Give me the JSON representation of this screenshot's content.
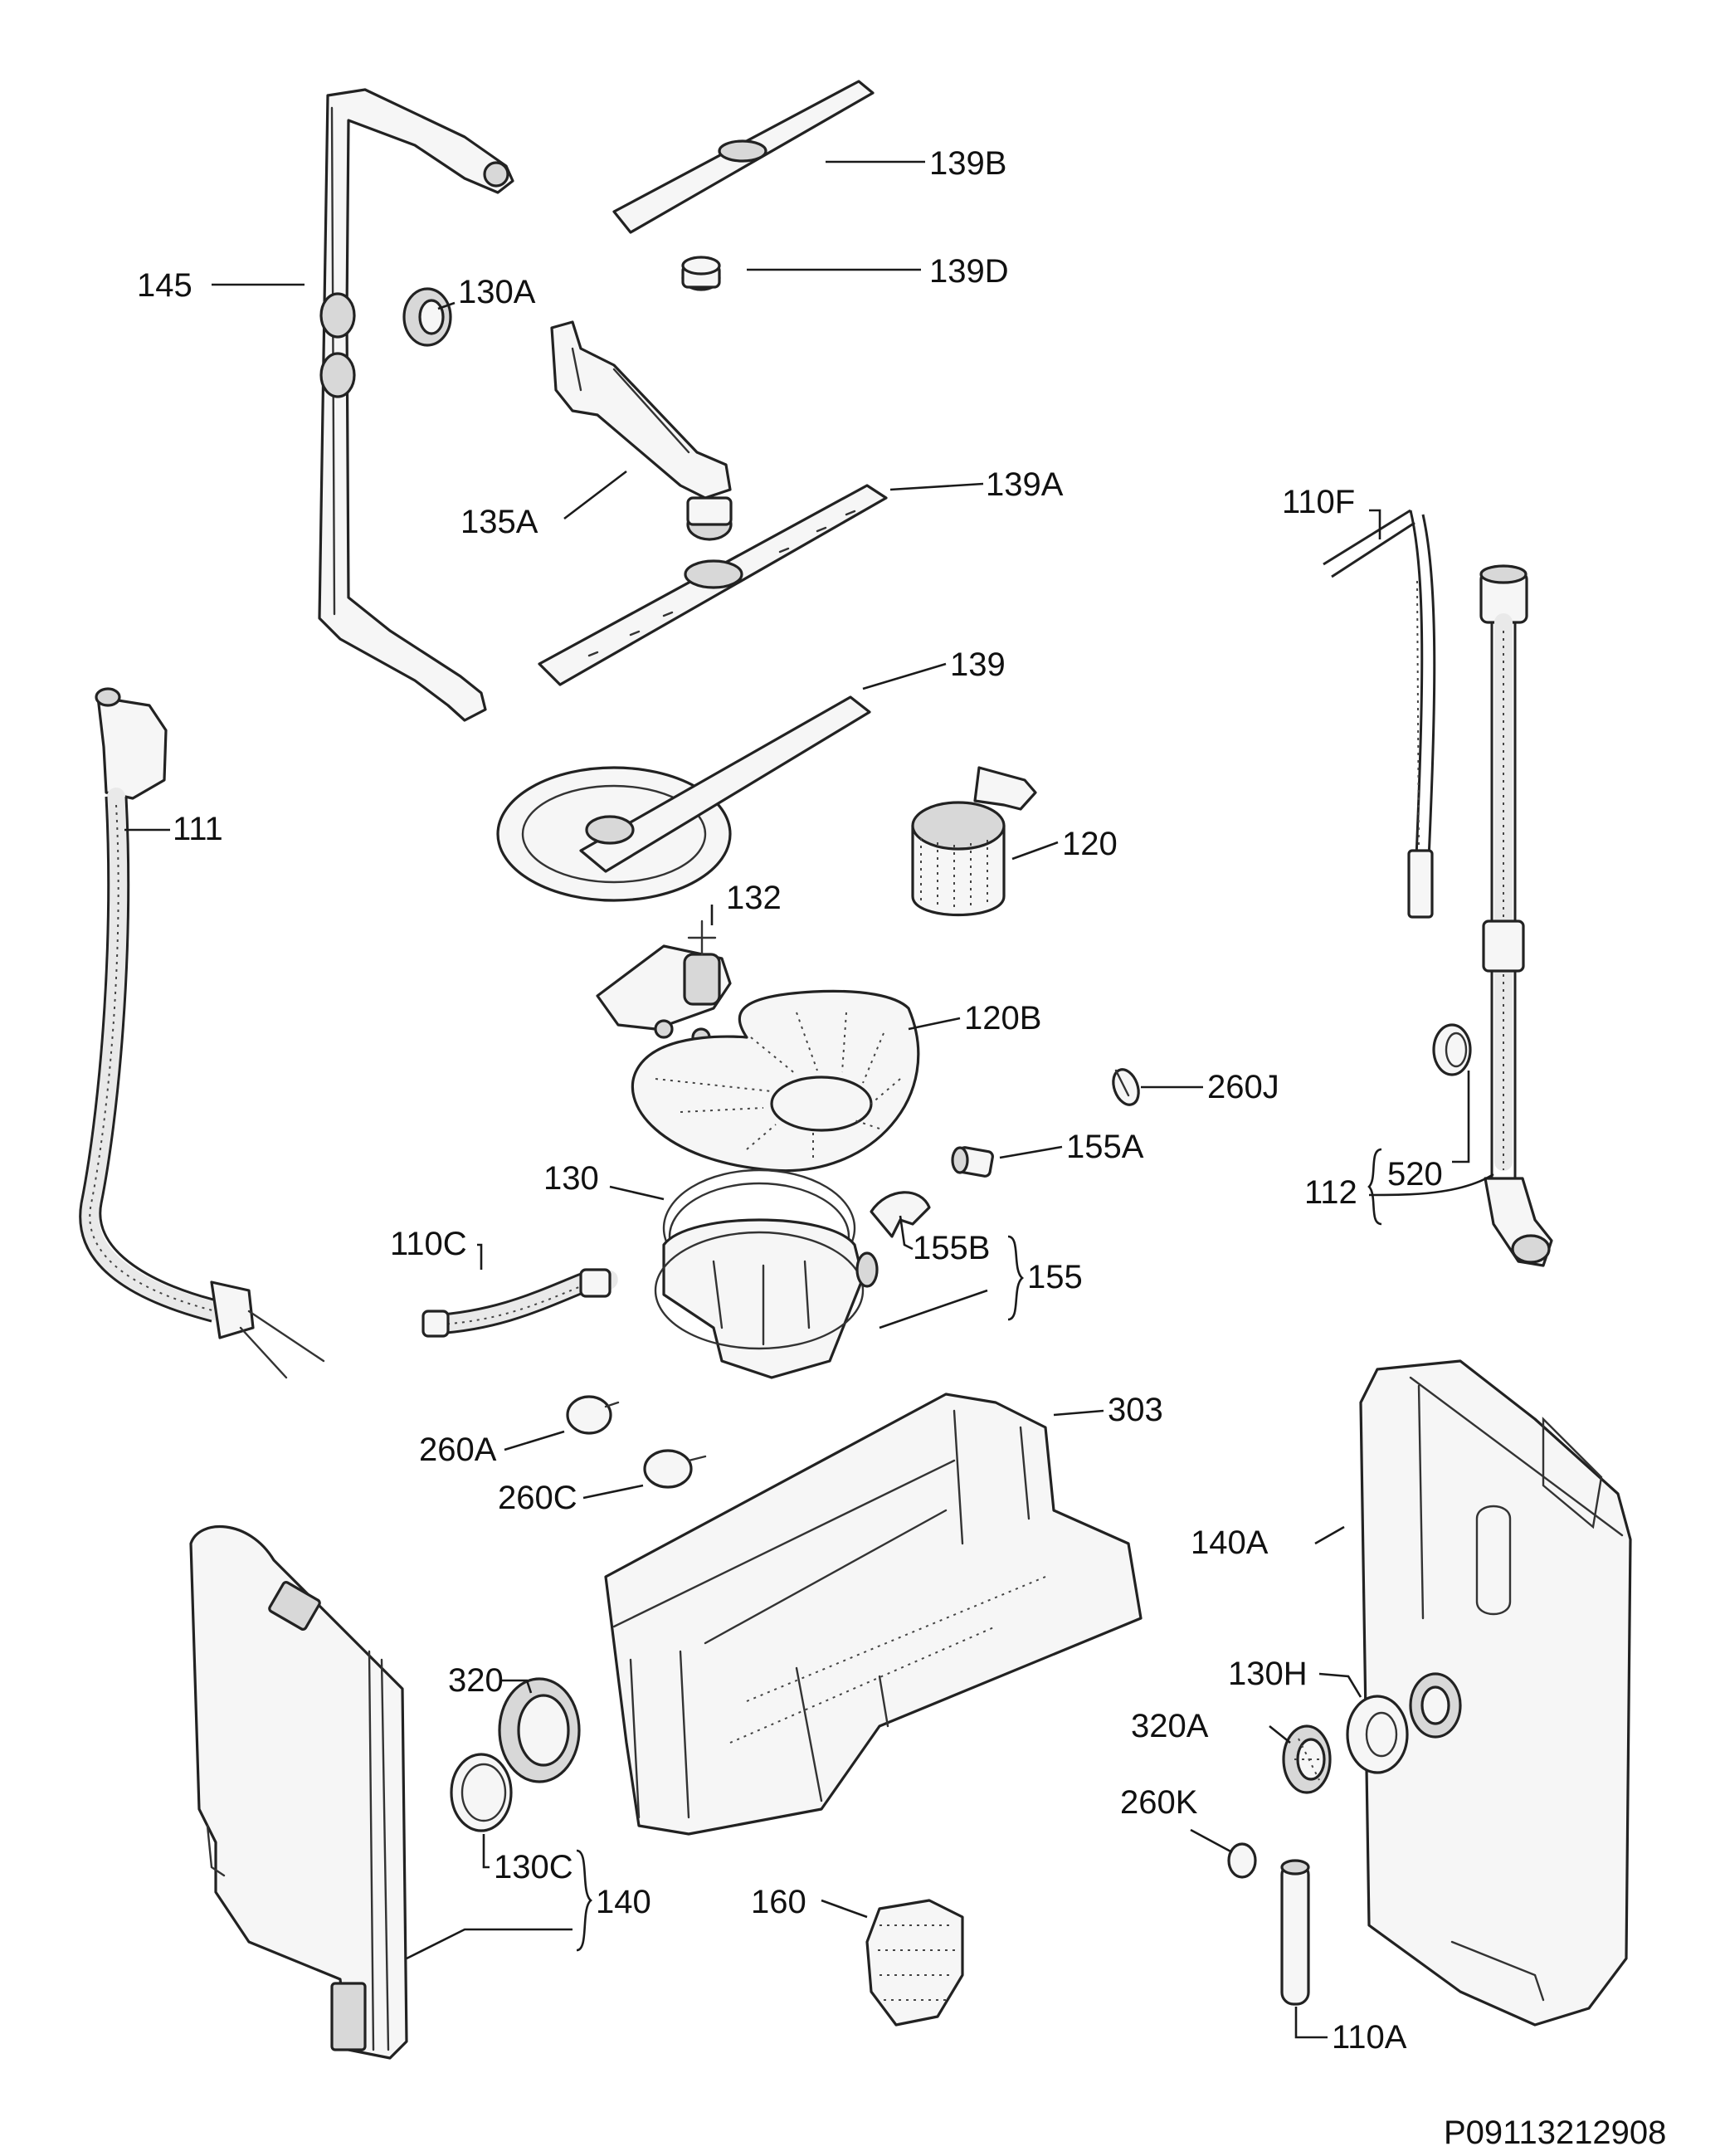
{
  "document_code": "P09113212908",
  "labels": {
    "l139B": "139B",
    "l139D": "139D",
    "l145": "145",
    "l130A": "130A",
    "l139A": "139A",
    "l135A": "135A",
    "l110F": "110F",
    "l139": "139",
    "l111": "111",
    "l120": "120",
    "l132": "132",
    "l120B": "120B",
    "l260J": "260J",
    "l155A": "155A",
    "l130": "130",
    "l520": "520",
    "l112": "112",
    "l110C": "110C",
    "l155B": "155B",
    "l155": "155",
    "l303": "303",
    "l260A": "260A",
    "l260C": "260C",
    "l140A": "140A",
    "l320": "320",
    "l130H": "130H",
    "l320A": "320A",
    "l260K": "260K",
    "l130C": "130C",
    "l140": "140",
    "l160": "160",
    "l110A": "110A"
  }
}
